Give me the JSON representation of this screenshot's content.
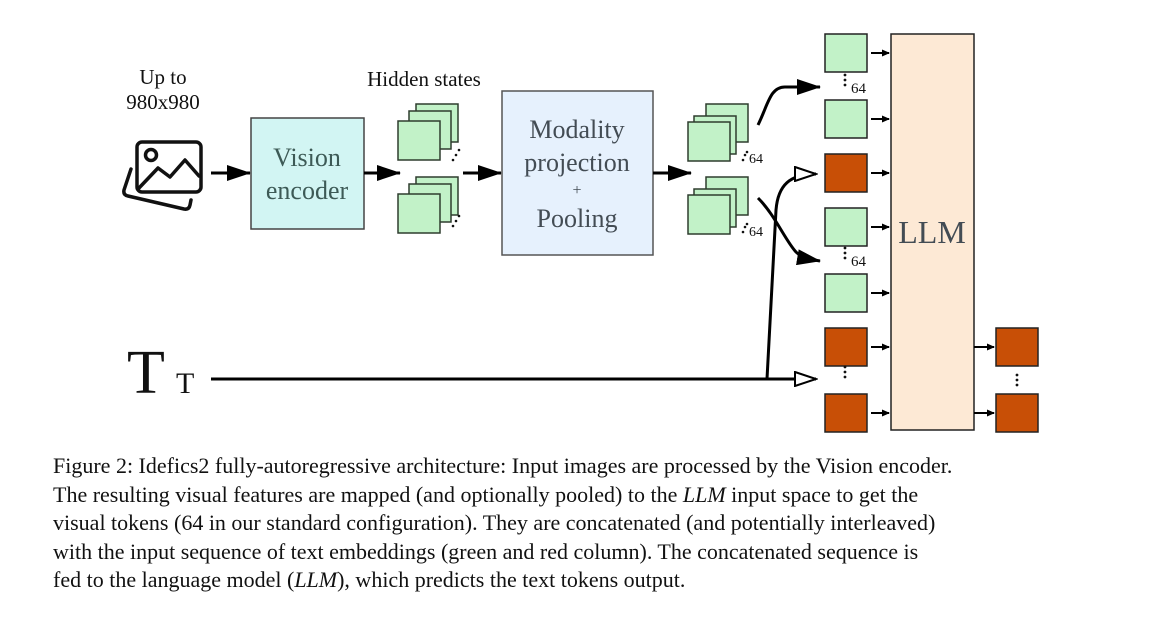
{
  "figure": {
    "input_label_line1": "Up to",
    "input_label_line2": "980x980",
    "input_icon": "image-stack-icon",
    "vision_encoder_line1": "Vision",
    "vision_encoder_line2": "encoder",
    "hidden_states_label": "Hidden states",
    "modality_line1": "Modality",
    "modality_line2": "projection",
    "modality_plus": "+",
    "modality_line3": "Pooling",
    "token_count_top": "64",
    "token_count_bottom": "64",
    "column_count_top": "64",
    "column_count_mid": "64",
    "text_icon": "text-tt-icon",
    "text_big_T": "T",
    "text_small_T": "T",
    "llm_label": "LLM",
    "colors": {
      "visual_token": "#c2f2c8",
      "text_token": "#c84f06",
      "vision_encoder_fill": "#d2f5f3",
      "modality_fill": "#e6f1fd",
      "llm_fill": "#fde9d5",
      "box_text": "#434c54"
    },
    "input_column": [
      "visual",
      "visual",
      "text",
      "visual",
      "visual",
      "text",
      "text"
    ],
    "output_column": [
      "text",
      "text"
    ]
  },
  "caption": {
    "line1": "Figure 2: Idefics2 fully-autoregressive architecture: Input images are processed by the Vision encoder.",
    "line2_a": "The resulting visual features are mapped (and optionally pooled) to the ",
    "line2_math": "LLM",
    "line2_b": " input space to get the",
    "line3": "visual tokens (64 in our standard configuration). They are concatenated (and potentially interleaved)",
    "line4": "with the input sequence of text embeddings (green and red column). The concatenated sequence is",
    "line5_a": "fed to the language model (",
    "line5_math": "LLM",
    "line5_b": "), which predicts the text tokens output."
  }
}
